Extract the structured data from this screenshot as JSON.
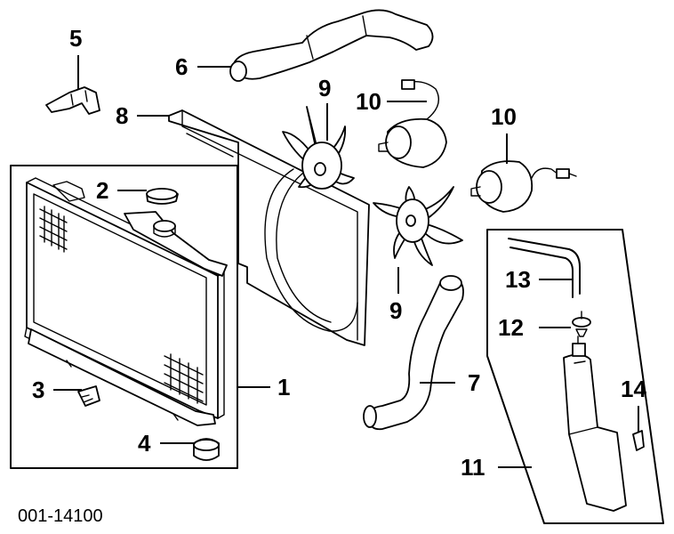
{
  "callouts": {
    "c1": "1",
    "c2": "2",
    "c3": "3",
    "c4": "4",
    "c5": "5",
    "c6": "6",
    "c7": "7",
    "c8": "8",
    "c9a": "9",
    "c9b": "9",
    "c10a": "10",
    "c10b": "10",
    "c11": "11",
    "c12": "12",
    "c13": "13",
    "c14": "14"
  },
  "diagram_id": "001-14100"
}
